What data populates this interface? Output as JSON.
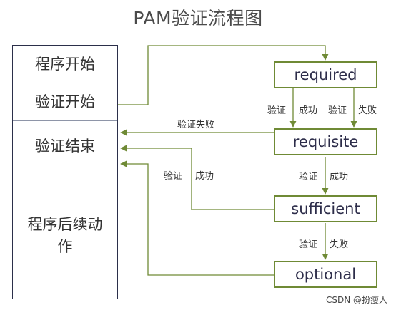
{
  "title": "PAM验证流程图",
  "stages": [
    "程序开始",
    "验证开始",
    "验证结束",
    "程序后续动作"
  ],
  "controls": [
    "required",
    "requisite",
    "sufficient",
    "optional"
  ],
  "labels": {
    "required_ok_verify": "验证",
    "required_ok_result": "成功",
    "required_fail_verify": "验证",
    "required_fail_result": "失败",
    "requisite_fail": "验证失败",
    "requisite_ok_verify": "验证",
    "requisite_ok_result": "成功",
    "sufficient_ok_verify": "验证",
    "sufficient_ok_result": "成功",
    "sufficient_fail_verify": "验证",
    "sufficient_fail_result": "失败"
  },
  "colors": {
    "arrow": "#6f8a35",
    "box_border": "#6f8a35",
    "stage_border": "#2b2f4a"
  },
  "watermark": "CSDN @扮瘦人"
}
